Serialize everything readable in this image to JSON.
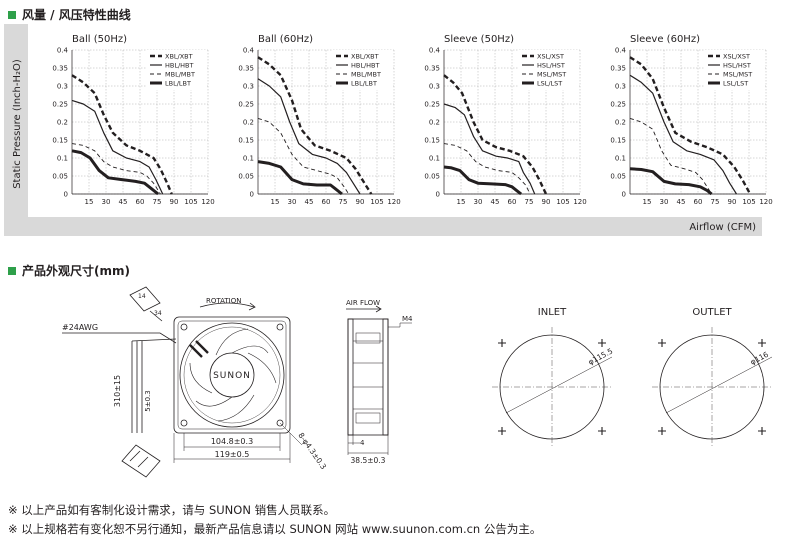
{
  "section1": {
    "title": "风量 / 风压特性曲线"
  },
  "section2": {
    "title": "产品外观尺寸(mm)"
  },
  "perf": {
    "ylabel": "Static Pressure (Inch-H₂O)",
    "xlabel": "Airflow (CFM)",
    "colors": {
      "band": "#d9d9d9",
      "grid": "#9a9a9a",
      "line": "#231f20"
    }
  },
  "chart_data": [
    {
      "type": "line",
      "title": "Ball (50Hz)",
      "xlabel": "Airflow (CFM)",
      "ylabel": "Static Pressure (Inch-H₂O)",
      "xlim": [
        0,
        120
      ],
      "ylim": [
        0,
        0.4
      ],
      "xticks": [
        15,
        30,
        45,
        60,
        75,
        90,
        105,
        120
      ],
      "yticks": [
        0,
        0.05,
        0.1,
        0.15,
        0.2,
        0.25,
        0.3,
        0.35,
        0.4
      ],
      "grid": true,
      "legend": "top-right",
      "series": [
        {
          "name": "XBL/XBT",
          "style": "thick-dashed",
          "x": [
            0,
            10,
            20,
            28,
            36,
            48,
            60,
            72,
            78,
            84,
            88
          ],
          "y": [
            0.33,
            0.31,
            0.28,
            0.22,
            0.17,
            0.135,
            0.12,
            0.1,
            0.07,
            0.03,
            0
          ]
        },
        {
          "name": "HBL/HBT",
          "style": "solid",
          "x": [
            0,
            10,
            20,
            28,
            36,
            48,
            60,
            68,
            74,
            80
          ],
          "y": [
            0.26,
            0.25,
            0.23,
            0.17,
            0.12,
            0.1,
            0.09,
            0.075,
            0.04,
            0
          ]
        },
        {
          "name": "MBL/MBT",
          "style": "dashed",
          "x": [
            0,
            10,
            20,
            28,
            36,
            48,
            60,
            66,
            72,
            78
          ],
          "y": [
            0.14,
            0.135,
            0.12,
            0.09,
            0.075,
            0.065,
            0.06,
            0.05,
            0.03,
            0
          ]
        },
        {
          "name": "LBL/LBT",
          "style": "thick-solid",
          "x": [
            0,
            8,
            16,
            24,
            32,
            44,
            56,
            64,
            70,
            76
          ],
          "y": [
            0.12,
            0.115,
            0.1,
            0.065,
            0.045,
            0.04,
            0.035,
            0.03,
            0.015,
            0
          ]
        }
      ]
    },
    {
      "type": "line",
      "title": "Ball (60Hz)",
      "xlabel": "Airflow (CFM)",
      "ylabel": "Static Pressure (Inch-H₂O)",
      "xlim": [
        0,
        120
      ],
      "ylim": [
        0,
        0.4
      ],
      "xticks": [
        15,
        30,
        45,
        60,
        75,
        90,
        105,
        120
      ],
      "yticks": [
        0,
        0.05,
        0.1,
        0.15,
        0.2,
        0.25,
        0.3,
        0.35,
        0.4
      ],
      "grid": true,
      "legend": "top-right",
      "series": [
        {
          "name": "XBL/XBT",
          "style": "thick-dashed",
          "x": [
            0,
            10,
            20,
            30,
            38,
            50,
            64,
            78,
            86,
            94,
            100
          ],
          "y": [
            0.38,
            0.36,
            0.33,
            0.26,
            0.18,
            0.135,
            0.12,
            0.1,
            0.07,
            0.03,
            0
          ]
        },
        {
          "name": "HBL/HBT",
          "style": "solid",
          "x": [
            0,
            10,
            20,
            28,
            36,
            48,
            60,
            70,
            78,
            84,
            90
          ],
          "y": [
            0.32,
            0.3,
            0.27,
            0.2,
            0.14,
            0.11,
            0.1,
            0.085,
            0.06,
            0.03,
            0
          ]
        },
        {
          "name": "MBL/MBT",
          "style": "dashed",
          "x": [
            0,
            10,
            20,
            30,
            40,
            52,
            64,
            70,
            76,
            80
          ],
          "y": [
            0.21,
            0.2,
            0.17,
            0.11,
            0.075,
            0.065,
            0.055,
            0.045,
            0.02,
            0
          ]
        },
        {
          "name": "LBL/LBT",
          "style": "thick-solid",
          "x": [
            0,
            10,
            20,
            30,
            40,
            52,
            64,
            68,
            74
          ],
          "y": [
            0.09,
            0.085,
            0.075,
            0.04,
            0.028,
            0.025,
            0.025,
            0.015,
            0
          ]
        }
      ]
    },
    {
      "type": "line",
      "title": "Sleeve (50Hz)",
      "xlabel": "Airflow (CFM)",
      "ylabel": "Static Pressure (Inch-H₂O)",
      "xlim": [
        0,
        120
      ],
      "ylim": [
        0,
        0.4
      ],
      "xticks": [
        15,
        30,
        45,
        60,
        75,
        90,
        105,
        120
      ],
      "yticks": [
        0,
        0.05,
        0.1,
        0.15,
        0.2,
        0.25,
        0.3,
        0.35,
        0.4
      ],
      "grid": true,
      "legend": "top-right",
      "series": [
        {
          "name": "XSL/XST",
          "style": "thick-dashed",
          "x": [
            0,
            8,
            16,
            26,
            34,
            46,
            58,
            70,
            78,
            84,
            90
          ],
          "y": [
            0.33,
            0.31,
            0.28,
            0.2,
            0.15,
            0.13,
            0.12,
            0.105,
            0.075,
            0.04,
            0
          ]
        },
        {
          "name": "HSL/HST",
          "style": "solid",
          "x": [
            0,
            10,
            18,
            26,
            34,
            46,
            56,
            66,
            70,
            76,
            80
          ],
          "y": [
            0.25,
            0.24,
            0.22,
            0.16,
            0.12,
            0.105,
            0.1,
            0.09,
            0.06,
            0.03,
            0
          ]
        },
        {
          "name": "MSL/MST",
          "style": "dashed",
          "x": [
            0,
            10,
            20,
            28,
            36,
            48,
            60,
            66,
            72,
            76
          ],
          "y": [
            0.14,
            0.135,
            0.12,
            0.09,
            0.075,
            0.065,
            0.06,
            0.045,
            0.025,
            0
          ]
        },
        {
          "name": "LSL/LST",
          "style": "thick-solid",
          "x": [
            0,
            6,
            14,
            22,
            30,
            42,
            54,
            60,
            64,
            68
          ],
          "y": [
            0.075,
            0.073,
            0.065,
            0.04,
            0.03,
            0.028,
            0.026,
            0.02,
            0.01,
            0
          ]
        }
      ]
    },
    {
      "type": "line",
      "title": "Sleeve (60Hz)",
      "xlabel": "Airflow (CFM)",
      "ylabel": "Static Pressure (Inch-H₂O)",
      "xlim": [
        0,
        120
      ],
      "ylim": [
        0,
        0.4
      ],
      "xticks": [
        15,
        30,
        45,
        60,
        75,
        90,
        105,
        120
      ],
      "yticks": [
        0,
        0.05,
        0.1,
        0.15,
        0.2,
        0.25,
        0.3,
        0.35,
        0.4
      ],
      "grid": true,
      "legend": "top-right",
      "series": [
        {
          "name": "XSL/XST",
          "style": "thick-dashed",
          "x": [
            0,
            10,
            20,
            30,
            40,
            54,
            68,
            82,
            92,
            100,
            106
          ],
          "y": [
            0.38,
            0.36,
            0.32,
            0.24,
            0.17,
            0.145,
            0.13,
            0.11,
            0.075,
            0.035,
            0
          ]
        },
        {
          "name": "HSL/HST",
          "style": "solid",
          "x": [
            0,
            10,
            20,
            30,
            38,
            50,
            62,
            74,
            82,
            88,
            94
          ],
          "y": [
            0.33,
            0.31,
            0.28,
            0.2,
            0.145,
            0.12,
            0.11,
            0.095,
            0.065,
            0.03,
            0
          ]
        },
        {
          "name": "MSL/MST",
          "style": "dashed",
          "x": [
            0,
            10,
            20,
            28,
            36,
            48,
            58,
            64,
            68,
            72
          ],
          "y": [
            0.21,
            0.2,
            0.18,
            0.12,
            0.08,
            0.07,
            0.06,
            0.04,
            0.02,
            0
          ]
        },
        {
          "name": "LSL/LST",
          "style": "thick-solid",
          "x": [
            0,
            10,
            20,
            30,
            40,
            52,
            62,
            68,
            72
          ],
          "y": [
            0.07,
            0.068,
            0.062,
            0.035,
            0.028,
            0.026,
            0.02,
            0.01,
            0
          ]
        }
      ]
    }
  ],
  "drawing": {
    "wire_label": "#24AWG",
    "rotation_label": "ROTATION",
    "airflow_label": "AIR FLOW",
    "brand": "SUNON",
    "dim_length": "310±15",
    "dim_strip": "5±0.3",
    "dim_hole_span": "104.8±0.3",
    "dim_frame": "119±0.5",
    "dim_holes": "8-φ4.3±0.3",
    "dim_screw": "M4",
    "dim_flange": "4",
    "dim_depth": "38.5±0.3",
    "inlet_label": "INLET",
    "outlet_label": "OUTLET",
    "inlet_dia": "φ115.5",
    "outlet_dia": "φ116",
    "small_a": "14",
    "small_b": "34"
  },
  "notes": [
    "※ 以上产品如有客制化设计需求，请与 SUNON 销售人员联系。",
    "※ 以上规格若有变化恕不另行通知，最新产品信息请以 SUNON 网站 www.suunon.com.cn 公告为主。"
  ]
}
